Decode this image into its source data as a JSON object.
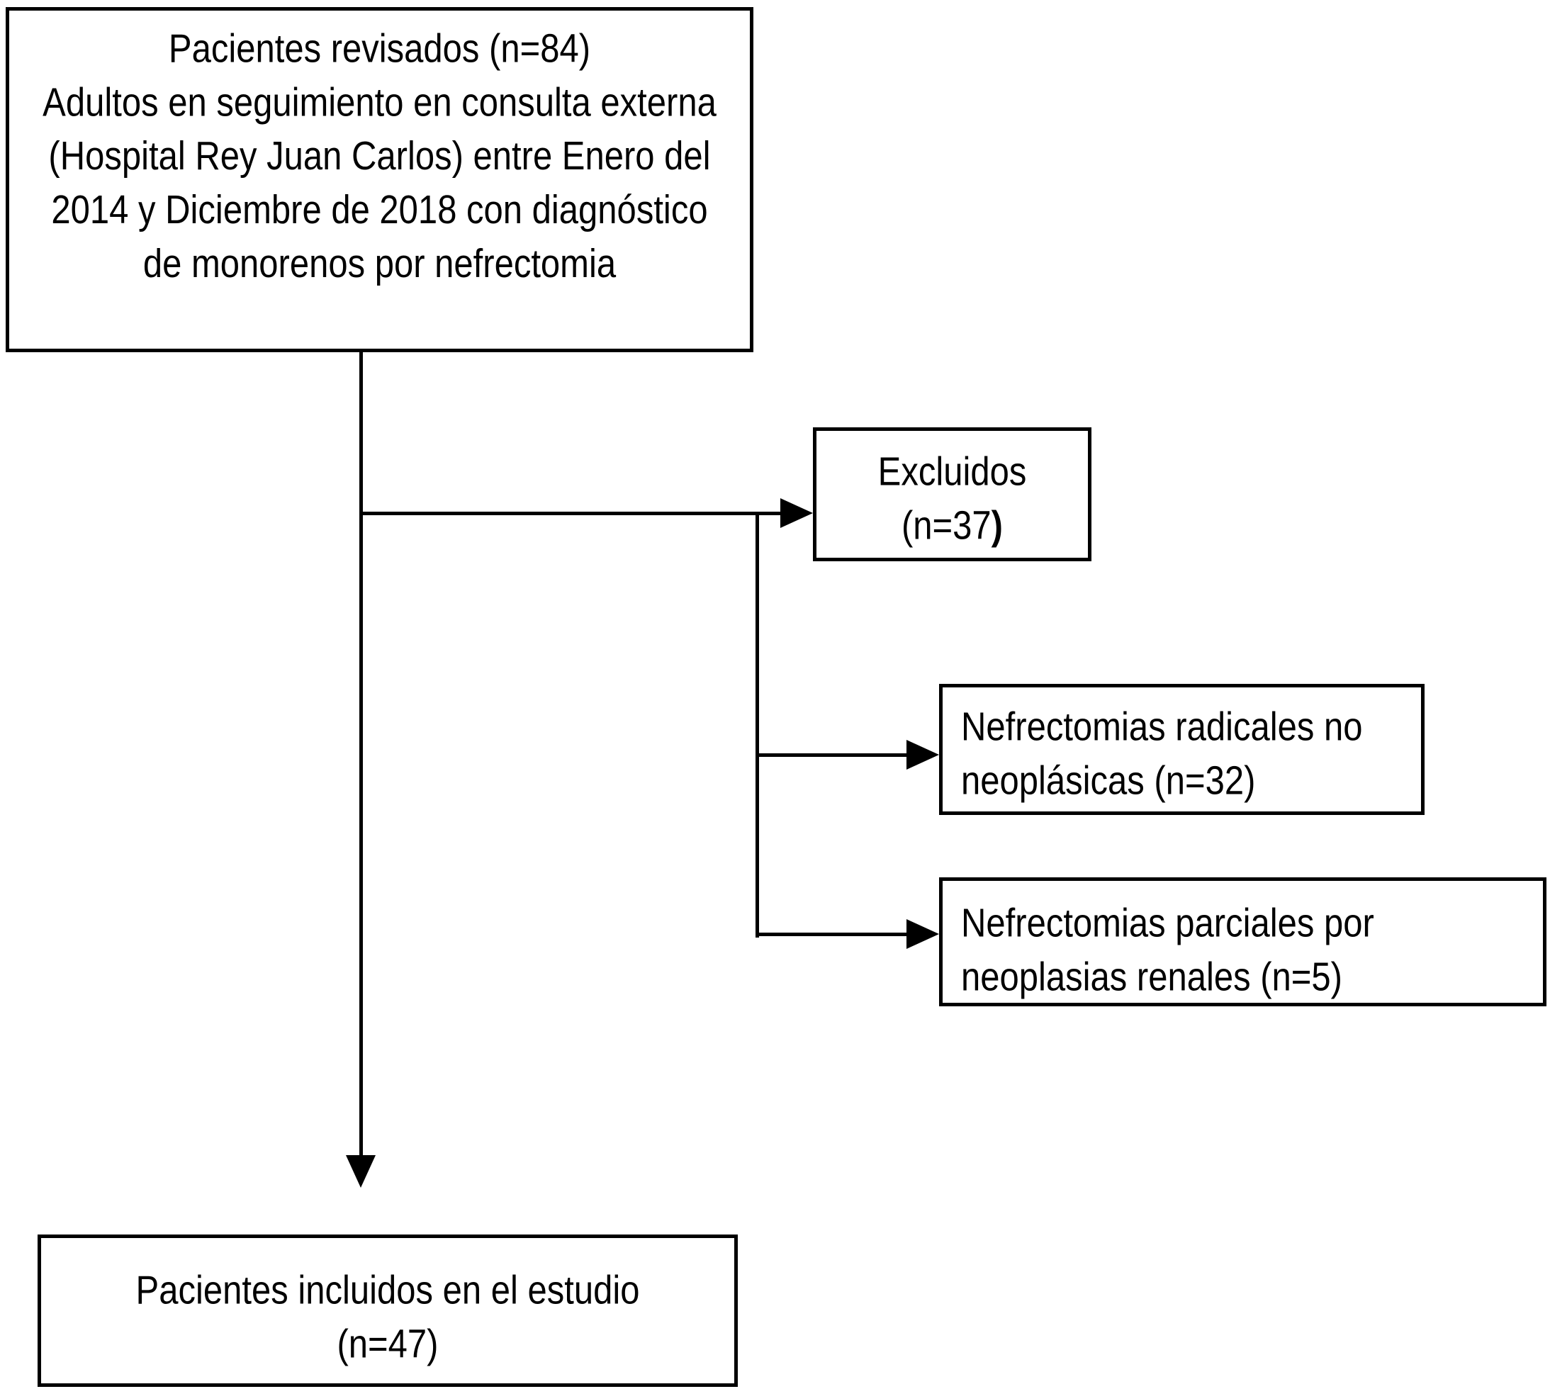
{
  "diagram": {
    "background_color": "#ffffff",
    "line_color": "#000000",
    "text_color": "#000000",
    "top_box": {
      "lines": [
        "Pacientes revisados (n=84)",
        "Adultos en seguimiento en consulta externa",
        "(Hospital Rey Juan Carlos) entre Enero del",
        "2014 y Diciembre de 2018 con diagnóstico",
        "de monorenos por nefrectomia"
      ]
    },
    "excluded_box": {
      "line1": "Excluidos",
      "line2_open": "(n=37",
      "line2_close_bold": ")"
    },
    "radical_box": {
      "line1": "Nefrectomias radicales no",
      "line2": "neoplásicas (n=32)"
    },
    "partial_box": {
      "line1": "Nefrectomias parciales por",
      "line2": "neoplasias renales (n=5)"
    },
    "included_box": {
      "line1": "Pacientes incluidos en el estudio",
      "line2": "(n=47)"
    }
  }
}
